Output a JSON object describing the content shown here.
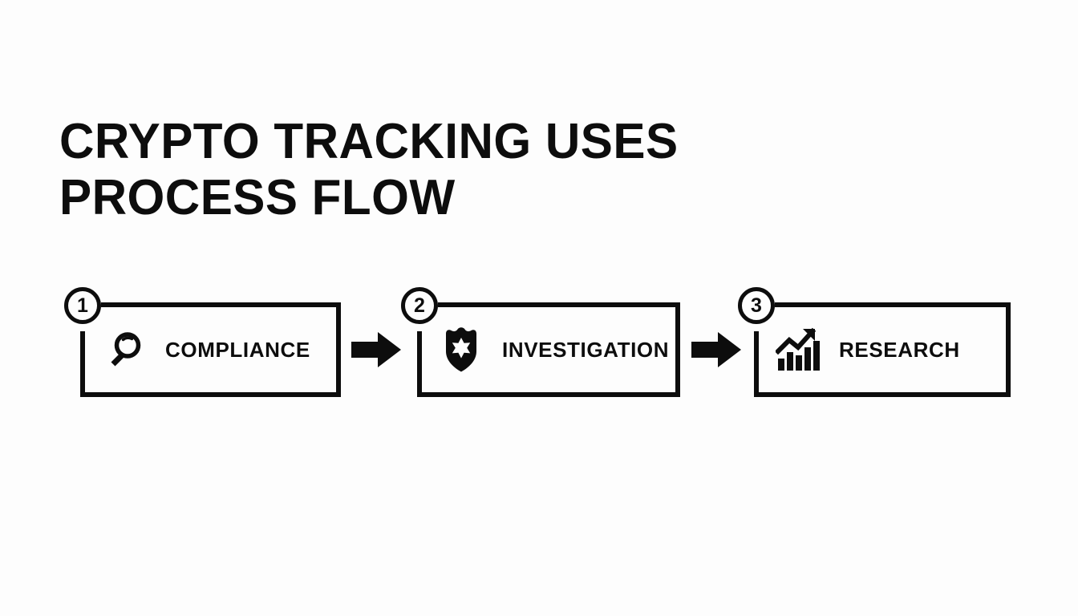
{
  "page": {
    "title_line_1": "CRYPTO TRACKING USES",
    "title_line_2": "PROCESS FLOW",
    "title_full": "CRYPTO TRACKING USES\nPROCESS FLOW",
    "background_color": "#fdfdfd",
    "ink_color": "#0d0d0d"
  },
  "flow": {
    "steps": [
      {
        "number": "1",
        "label": "COMPLIANCE",
        "icon": "magnifying-glass-icon"
      },
      {
        "number": "2",
        "label": "INVESTIGATION",
        "icon": "police-badge-icon"
      },
      {
        "number": "3",
        "label": "RESEARCH",
        "icon": "bar-chart-growth-icon"
      }
    ],
    "connectors": [
      {
        "icon": "arrow-right-icon"
      },
      {
        "icon": "arrow-right-icon"
      }
    ]
  }
}
